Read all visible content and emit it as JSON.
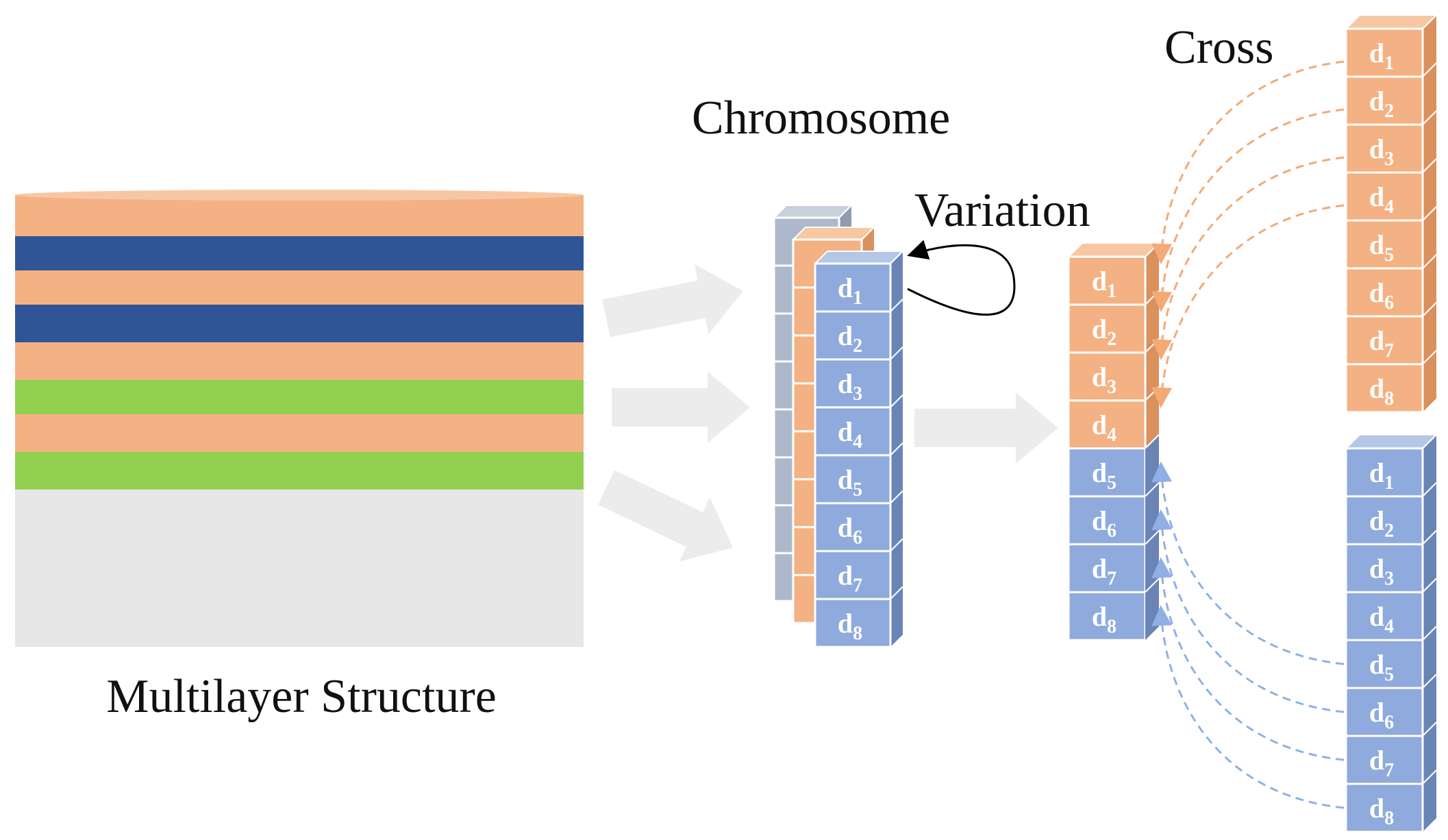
{
  "labels": {
    "multilayer": "Multilayer Structure",
    "chromosome": "Chromosome",
    "variation": "Variation",
    "cross": "Cross"
  },
  "gene_prefix": "d",
  "genes": [
    "1",
    "2",
    "3",
    "4",
    "5",
    "6",
    "7",
    "8"
  ],
  "colors": {
    "orange": "#f4b183",
    "orange_top": "#f7c7a4",
    "orange_side": "#d9915e",
    "orange_line": "#f4a977",
    "blue": "#8faadc",
    "blue_top": "#b4c7e7",
    "blue_side": "#6b84b6",
    "blue_line": "#8fb0e6",
    "gray": "#adb9ca",
    "gray_top": "#c8d0dc",
    "gray_side": "#8e9bb0",
    "dark_blue": "#2f5597",
    "green": "#92d050",
    "substrate": "#e7e7e7",
    "arrow": "#ececec"
  },
  "layers": [
    "orange",
    "dark_blue",
    "orange",
    "dark_blue",
    "orange",
    "green",
    "orange",
    "green",
    "substrate"
  ]
}
